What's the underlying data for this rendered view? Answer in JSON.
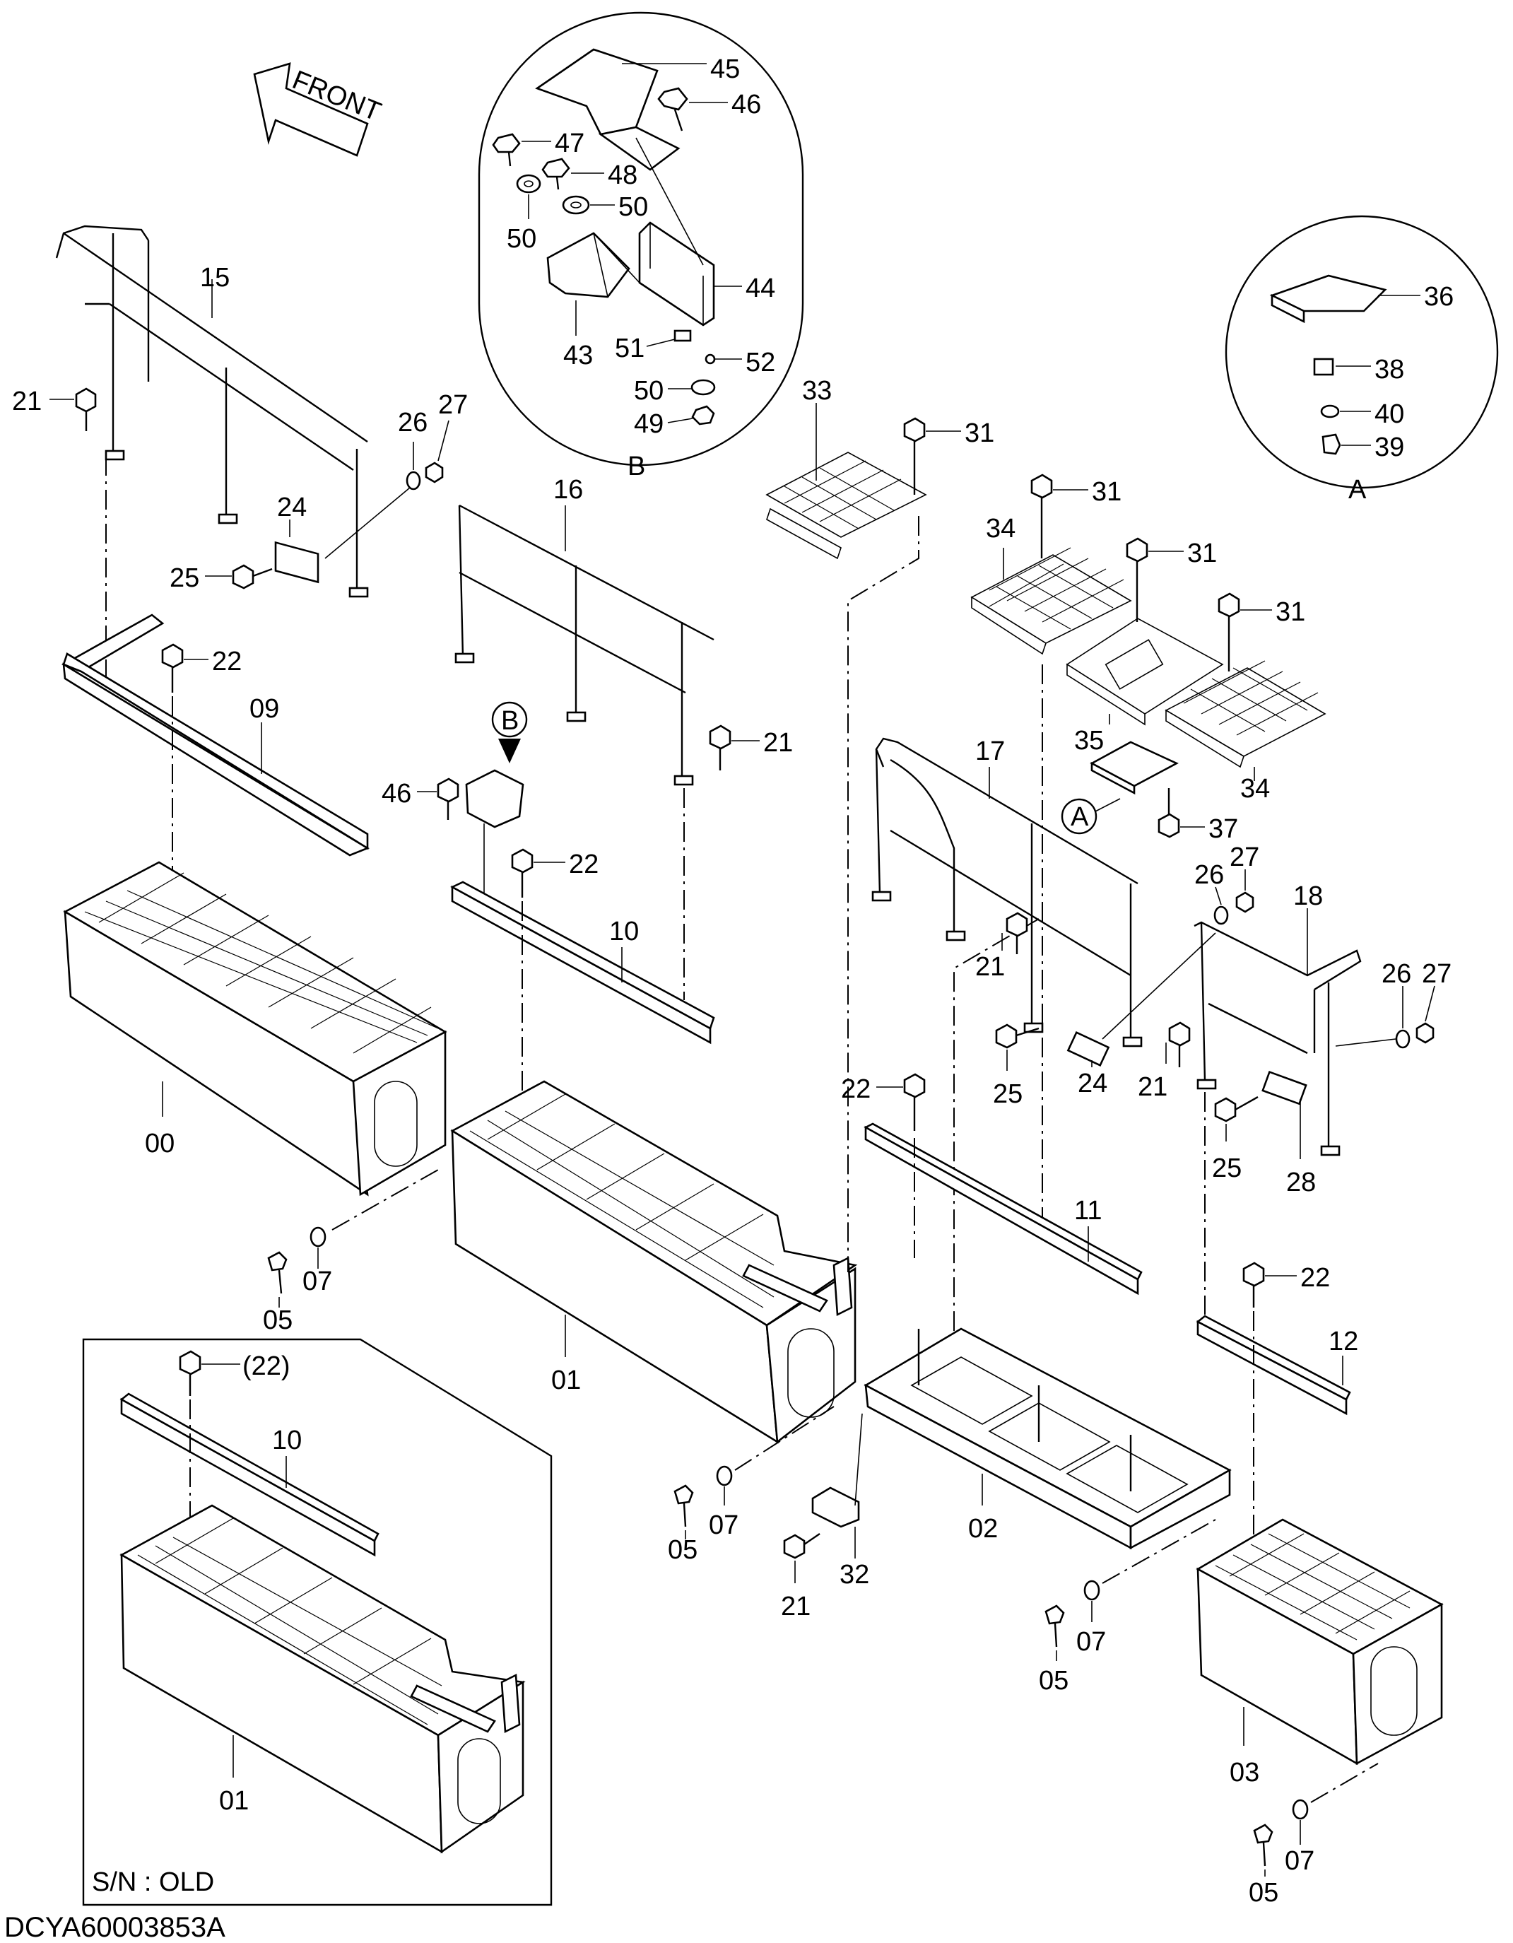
{
  "diagram": {
    "code": "DCYA60003853A",
    "front_label": "FRONT",
    "detail_a_letter": "A",
    "detail_b_letter": "B",
    "old_serial_label": "S/N : OLD",
    "callouts": {
      "p00": "00",
      "p01": "01",
      "p01_old": "01",
      "p02": "02",
      "p03": "03",
      "p05a": "05",
      "p05b": "05",
      "p05c": "05",
      "p05d": "05",
      "p07a": "07",
      "p07b": "07",
      "p07c": "07",
      "p07d": "07",
      "p09": "09",
      "p10": "10",
      "p10_old": "10",
      "p11": "11",
      "p12": "12",
      "p15": "15",
      "p16": "16",
      "p17": "17",
      "p18": "18",
      "p21a": "21",
      "p21b": "21",
      "p21c": "21",
      "p21d": "21",
      "p21e": "21",
      "p22a": "22",
      "p22b": "22",
      "p22c": "22",
      "p22d": "22",
      "p22_old": "(22)",
      "p24a": "24",
      "p24b": "24",
      "p25a": "25",
      "p25b": "25",
      "p25c": "25",
      "p26a": "26",
      "p26b": "26",
      "p26c": "26",
      "p27a": "27",
      "p27b": "27",
      "p27c": "27",
      "p28": "28",
      "p31a": "31",
      "p31b": "31",
      "p31c": "31",
      "p31d": "31",
      "p32": "32",
      "p33": "33",
      "p34a": "34",
      "p34b": "34",
      "p35": "35",
      "p36": "36",
      "p37": "37",
      "p38": "38",
      "p39": "39",
      "p40": "40",
      "p43": "43",
      "p44": "44",
      "p45": "45",
      "p46": "46",
      "p46b": "46",
      "p47": "47",
      "p48": "48",
      "p49": "49",
      "p50a": "50",
      "p50b": "50",
      "p50c": "50",
      "p51": "51",
      "p52": "52",
      "ref_a": "A",
      "ref_b": "B"
    }
  }
}
